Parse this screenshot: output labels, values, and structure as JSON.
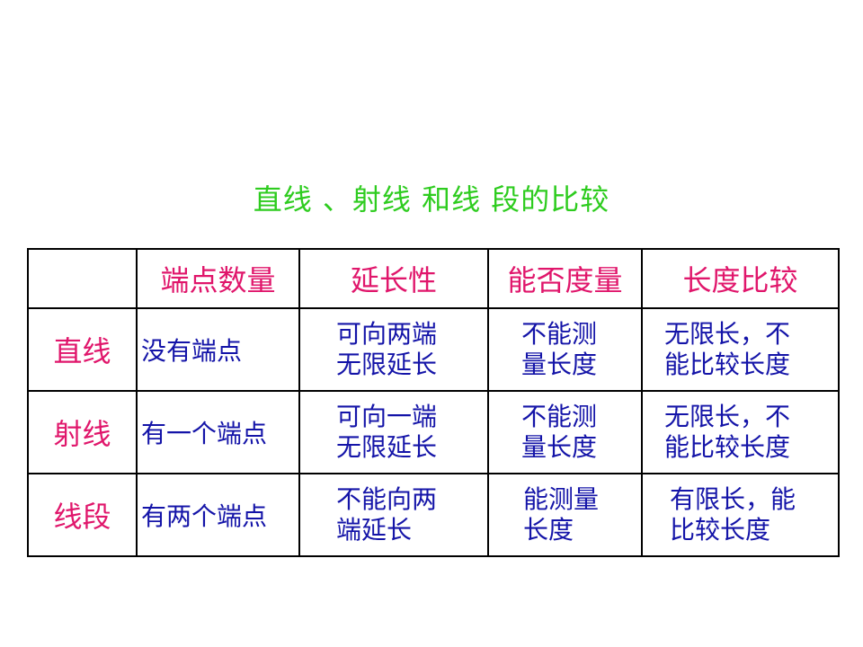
{
  "title": "直线 、射线 和线 段的比较",
  "headers": [
    "",
    "端点数量",
    "延长性",
    "能否度量",
    "长度比较"
  ],
  "rows": [
    {
      "name": "直线",
      "endpoints": "没有端点",
      "extension": [
        "可向两端",
        "无限延长"
      ],
      "measurability": [
        "不能测",
        "量长度"
      ],
      "comparison": [
        "无限长，不",
        "能比较长度"
      ]
    },
    {
      "name": "射线",
      "endpoints": "有一个端点",
      "extension": [
        "可向一端",
        "无限延长"
      ],
      "measurability": [
        "不能测",
        "量长度"
      ],
      "comparison": [
        "无限长，不",
        "能比较长度"
      ]
    },
    {
      "name": "线段",
      "endpoints": "有两个端点",
      "extension": [
        "不能向两",
        "端延长"
      ],
      "measurability": [
        "能测量",
        "长度"
      ],
      "comparison": [
        "有限长，能",
        "比较长度"
      ]
    }
  ],
  "colors": {
    "title": "#2ecc1f",
    "header_text": "#e0166b",
    "row_name_text": "#e0166b",
    "body_text": "#1414a8",
    "border": "#000000"
  }
}
